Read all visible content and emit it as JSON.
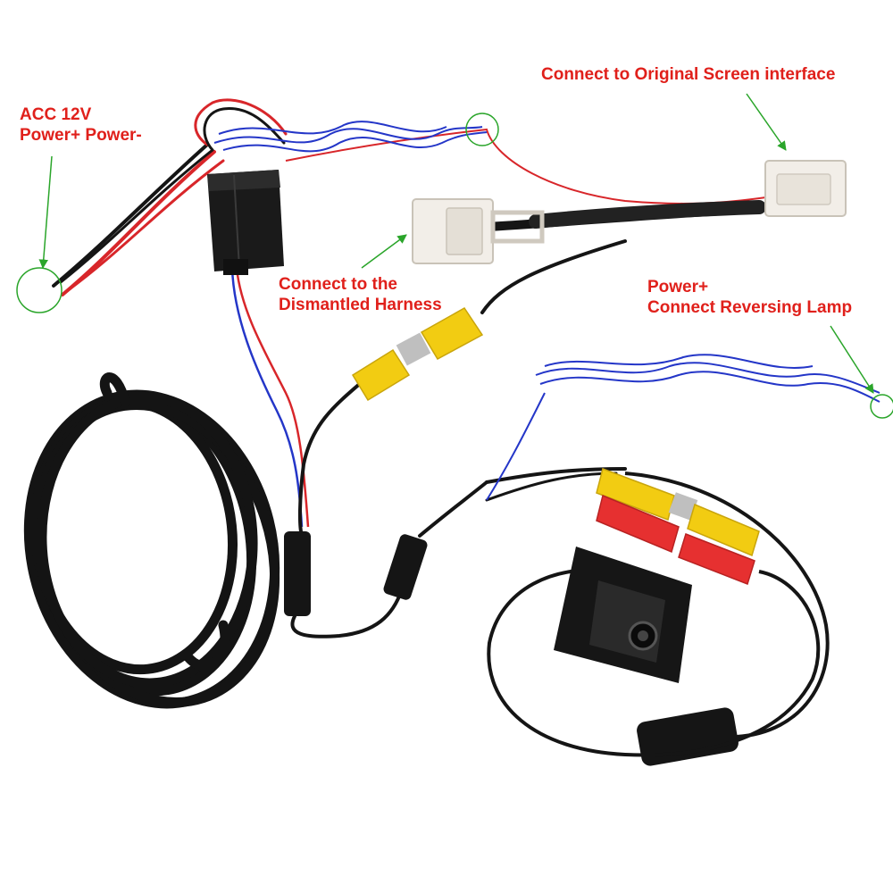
{
  "labels": {
    "acc_line1": "ACC 12V",
    "acc_line2": "Power+ Power-",
    "original_screen": "Connect to Original Screen interface",
    "harness_line1": "Connect to the",
    "harness_line2": "Dismantled Harness",
    "reversing_line1": "Power+",
    "reversing_line2": "Connect Reversing Lamp"
  },
  "colors": {
    "label_text": "#e0201b",
    "arrow": "#2aa52a",
    "marker_circle": "#2aa52a",
    "wire_red": "#d8262a",
    "wire_blue": "#2436c8",
    "wire_black": "#151515",
    "rca_yellow": "#f2cc12",
    "rca_red": "#e63030",
    "connector_white": "#f2eee8"
  },
  "icons": {
    "power_box": "relay-box-icon",
    "white_plug": "harness-plug-icon",
    "rca": "rca-connector-icon",
    "camera": "rear-camera-icon"
  }
}
